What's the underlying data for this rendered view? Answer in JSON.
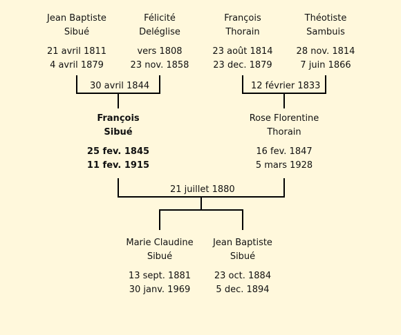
{
  "grandparents": [
    {
      "name1": "Jean Baptiste",
      "name2": "Sibué",
      "birth": "21 avril 1811",
      "death": "4 avril 1879"
    },
    {
      "name1": "Félicité",
      "name2": "Deléglise",
      "birth": "vers 1808",
      "death": "23 nov. 1858"
    },
    {
      "name1": "François",
      "name2": "Thorain",
      "birth": "23 août 1814",
      "death": "23 dec. 1879"
    },
    {
      "name1": "Théotiste",
      "name2": "Sambuis",
      "birth": "28 nov. 1814",
      "death": "7 juin 1866"
    }
  ],
  "marriages": {
    "left": "30 avril 1844",
    "right": "12 février 1833",
    "center": "21 juillet 1880"
  },
  "parents": [
    {
      "name1": "François",
      "name2": "Sibué",
      "birth": "25 fev. 1845",
      "death": "11 fev. 1915"
    },
    {
      "name1": "Rose Florentine",
      "name2": "Thorain",
      "birth": "16 fev. 1847",
      "death": "5 mars 1928"
    }
  ],
  "children": [
    {
      "name1": "Marie Claudine",
      "name2": "Sibué",
      "birth": "13 sept. 1881",
      "death": "30 janv. 1969"
    },
    {
      "name1": "Jean Baptiste",
      "name2": "Sibué",
      "birth": "23 oct. 1884",
      "death": "5 dec. 1894"
    }
  ]
}
